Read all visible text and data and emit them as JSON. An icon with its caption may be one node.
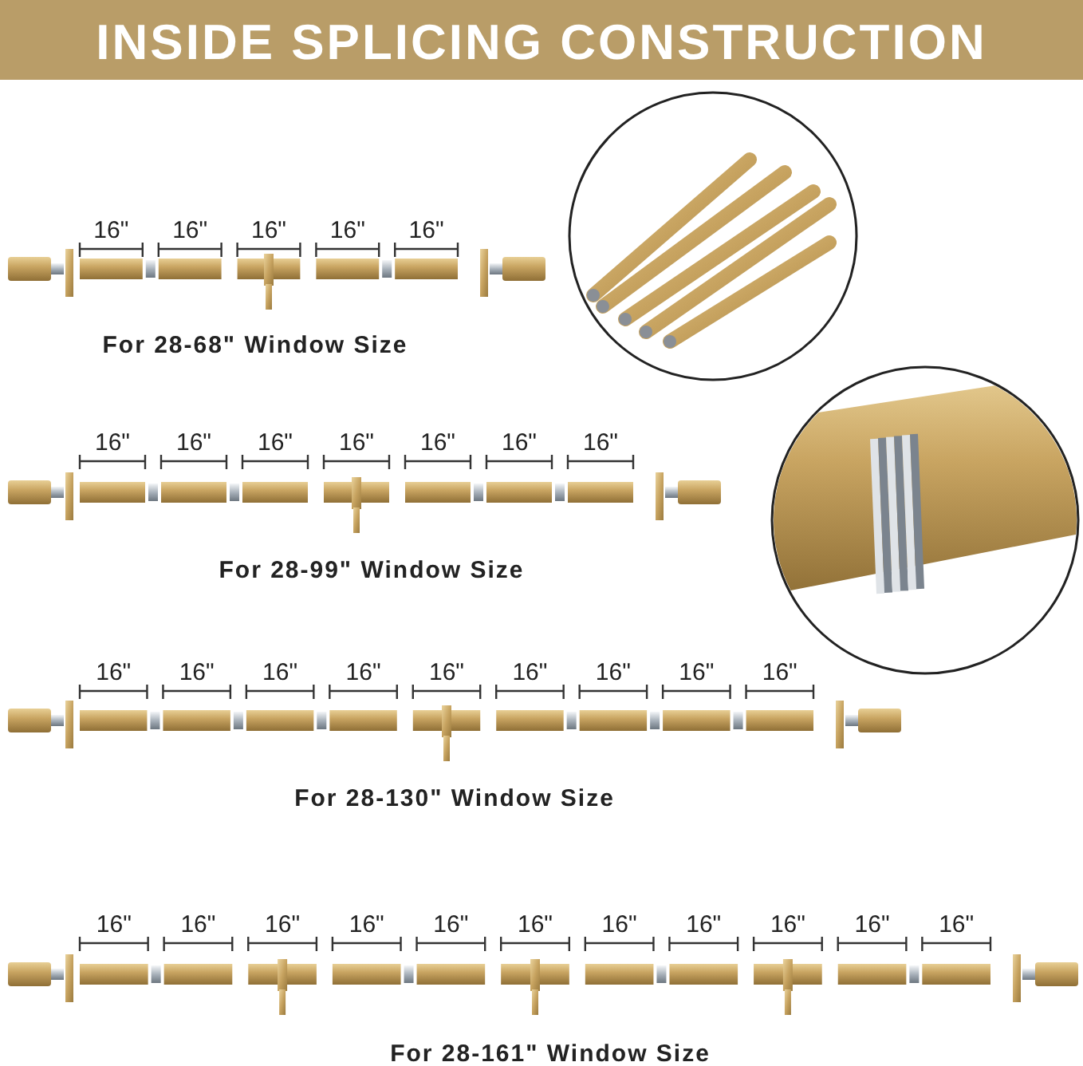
{
  "diagram": {
    "title": "INSIDE SPLICING CONSTRUCTION",
    "labels": [
      "16\"",
      "16\"",
      "16\"",
      "16\"",
      "16\"",
      "For 28-68\" Window Size",
      "16\"",
      "16\"",
      "16\"",
      "16\"",
      "16\"",
      "16\"",
      "16\"",
      "For 28-99\" Window Size",
      "16\"",
      "16\"",
      "16\"",
      "16\"",
      "16\"",
      "16\"",
      "16\"",
      "16\"",
      "16\"",
      "For 28-130\" Window Size",
      "16\"",
      "16\"",
      "16\"",
      "16\"",
      "16\"",
      "16\"",
      "16\"",
      "16\"",
      "16\"",
      "16\"",
      "16\"",
      "For 28-161\" Window Size"
    ]
  }
}
